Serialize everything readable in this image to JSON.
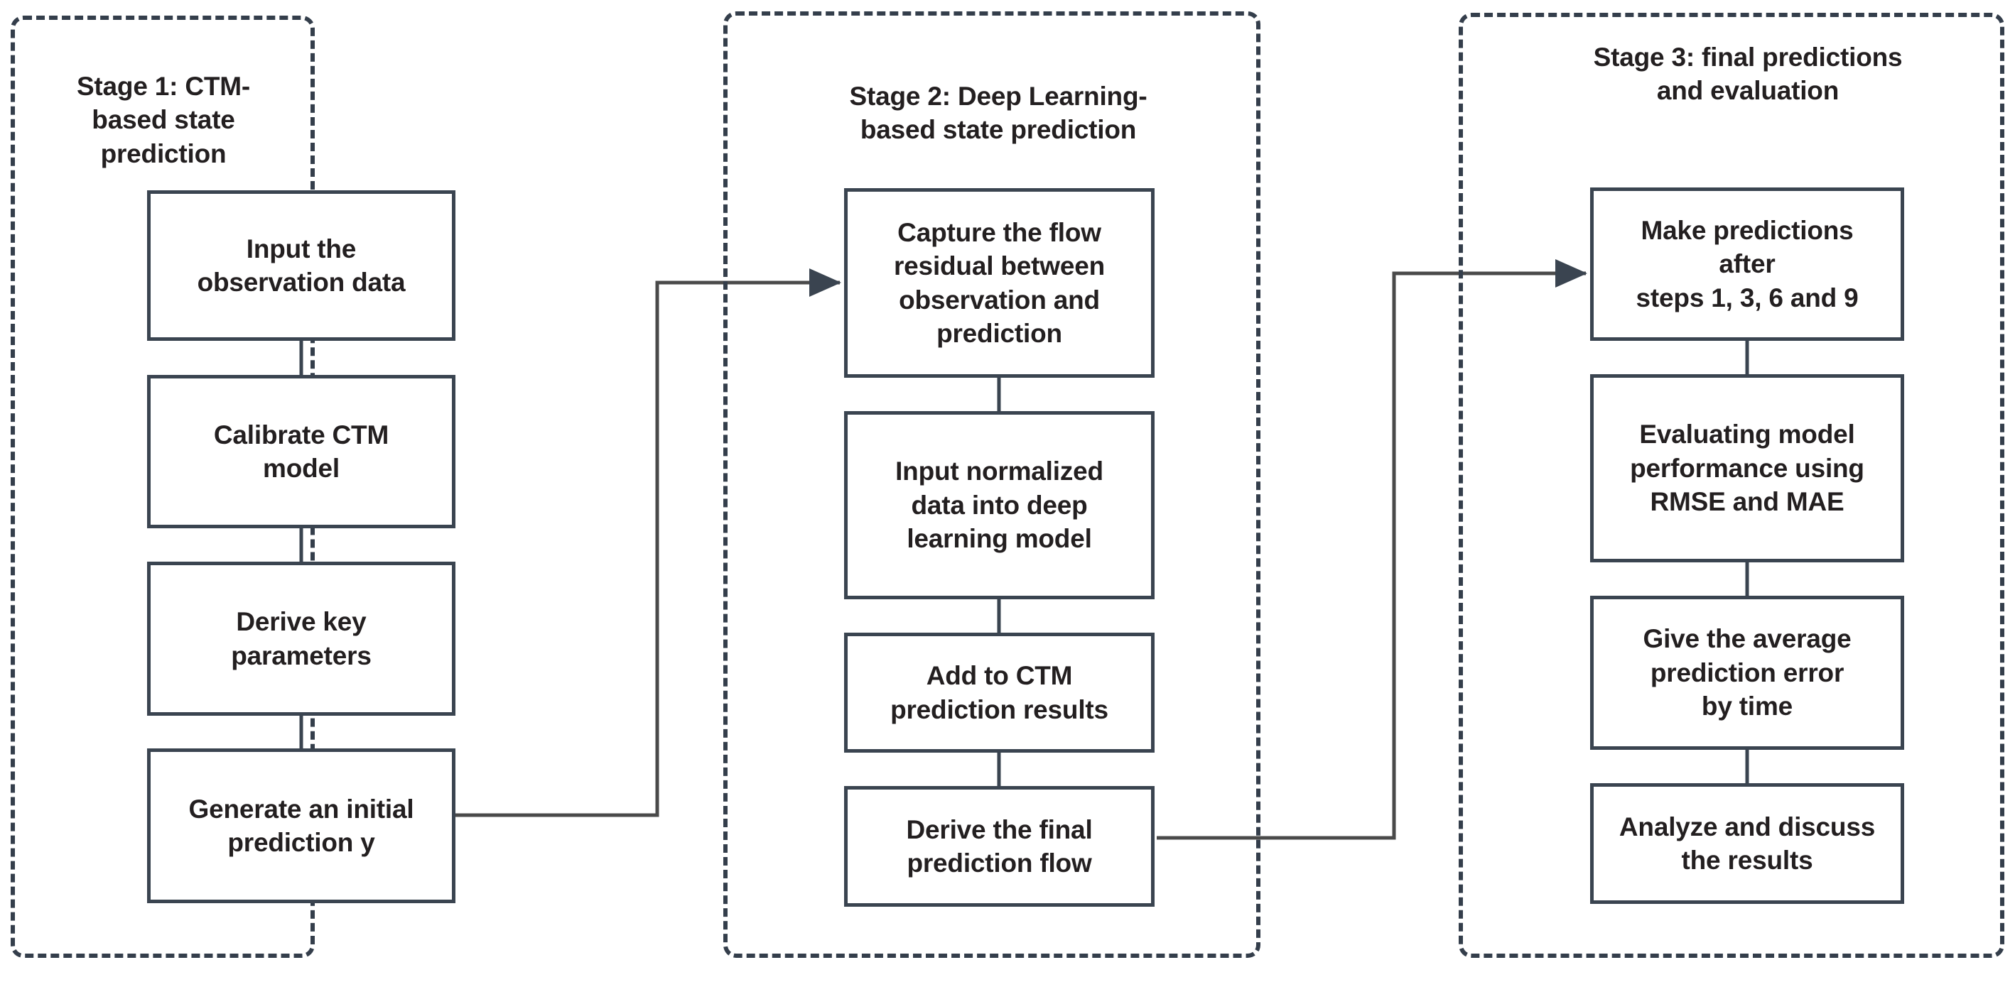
{
  "diagram": {
    "title": "Three-stage traffic state prediction framework flowchart",
    "colors": {
      "box_border": "#3a4450",
      "stage_border": "#343e4b",
      "text": "#231f20",
      "connector": "#4a4a4a",
      "background": "#ffffff"
    }
  },
  "stages": [
    {
      "id": "stage-1",
      "title": "Stage 1: CTM-based state\nprediction",
      "nodes": [
        {
          "id": "s1-n1",
          "label": "Input the\nobservation data"
        },
        {
          "id": "s1-n2",
          "label": "Calibrate CTM\nmodel"
        },
        {
          "id": "s1-n3",
          "label": "Derive key\nparameters"
        },
        {
          "id": "s1-n4",
          "label": "Generate an initial\nprediction y"
        }
      ]
    },
    {
      "id": "stage-2",
      "title": "Stage 2: Deep Learning-\nbased state prediction",
      "nodes": [
        {
          "id": "s2-n1",
          "label": "Capture the flow\nresidual between\nobservation and\nprediction"
        },
        {
          "id": "s2-n2",
          "label": "Input normalized\ndata into deep\nlearning model"
        },
        {
          "id": "s2-n3",
          "label": "Add to CTM\nprediction results"
        },
        {
          "id": "s2-n4",
          "label": "Derive the final\nprediction flow"
        }
      ]
    },
    {
      "id": "stage-3",
      "title": "Stage 3: final predictions\nand evaluation",
      "nodes": [
        {
          "id": "s3-n1",
          "label": "Make predictions\nafter\nsteps 1, 3, 6 and 9"
        },
        {
          "id": "s3-n2",
          "label": "Evaluating model\nperformance using\nRMSE and MAE"
        },
        {
          "id": "s3-n3",
          "label": "Give the average\nprediction error\nby time"
        },
        {
          "id": "s3-n4",
          "label": "Analyze and discuss\nthe results"
        }
      ]
    }
  ],
  "connectors": [
    {
      "id": "stage1-to-stage2",
      "from": "s1-n4",
      "to": "s2-n1",
      "arrow": true
    },
    {
      "id": "stage2-to-stage3",
      "from": "s2-n4",
      "to": "s3-n1",
      "arrow": true
    }
  ]
}
